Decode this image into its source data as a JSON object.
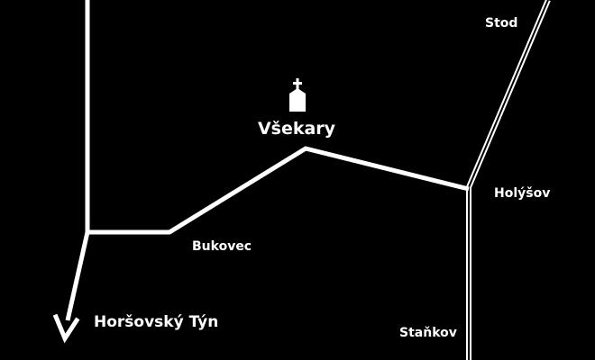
{
  "map": {
    "background": "#000000",
    "line_color": "#ffffff",
    "main_place": {
      "name": "Všekary",
      "icon": "church-icon"
    },
    "places": {
      "stod": "Stod",
      "holysov": "Holýšov",
      "bukovec": "Bukovec",
      "stankov": "Staňkov"
    },
    "destination": {
      "name": "Horšovský Týn",
      "icon": "arrow-down-icon"
    },
    "railway": {
      "style": "double-line"
    }
  }
}
